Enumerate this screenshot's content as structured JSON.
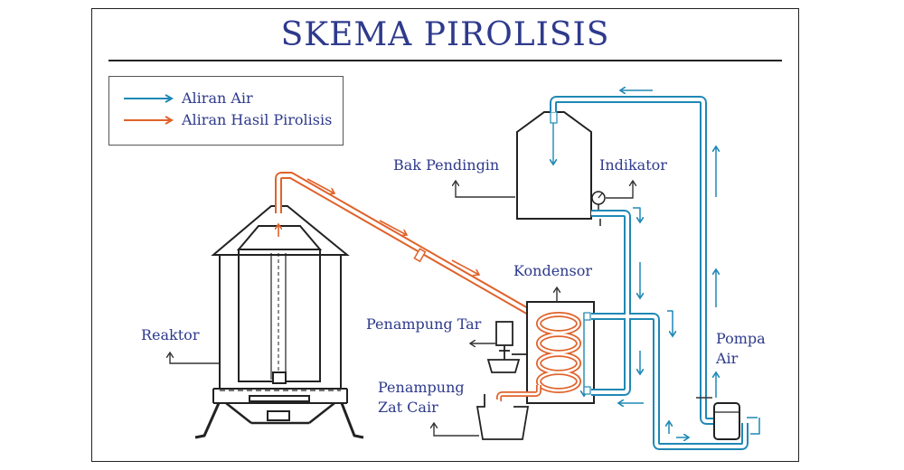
{
  "title": "SKEMA PIROLISIS",
  "legend": {
    "water": "Aliran Air",
    "pyrolysis": "Aliran Hasil Pirolisis"
  },
  "labels": {
    "bak_pendingin": "Bak Pendingin",
    "indikator": "Indikator",
    "kondensor": "Kondensor",
    "penampung_tar": "Penampung Tar",
    "penampung_zat_cair_1": "Penampung",
    "penampung_zat_cair_2": "Zat Cair",
    "reaktor": "Reaktor",
    "pompa_1": "Pompa",
    "pompa_2": "Air"
  },
  "colors": {
    "water": "#1f88b5",
    "pyrolysis": "#e0622a",
    "text": "#2e3a8c",
    "line": "#222222"
  }
}
